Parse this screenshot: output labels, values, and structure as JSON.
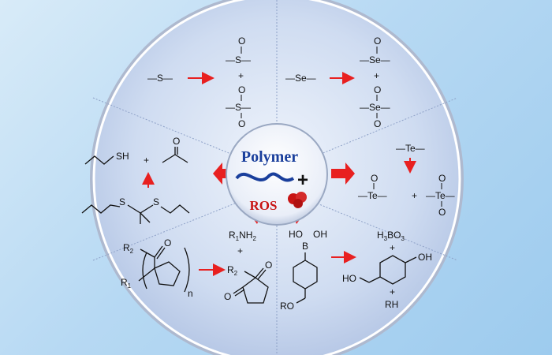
{
  "center": {
    "title": "Polymer",
    "plus": "+",
    "ros": "ROS"
  },
  "sections": {
    "sulfide": {
      "reactant": "—S—",
      "product_sulfoxide": "—S—",
      "plus": "+",
      "product_sulfone": "—S—",
      "oxygen": "O"
    },
    "selenide": {
      "reactant": "—Se—",
      "product_selenoxide": "—Se—",
      "plus": "+",
      "product_selenone": "—Se—",
      "oxygen": "O"
    },
    "telluride": {
      "reactant": "—Te—",
      "product_telluroxide": "—Te—",
      "plus": "+",
      "product_tellurone": "—Te—",
      "oxygen": "O"
    },
    "thioketal": {
      "product_thiol": "SH",
      "plus": "+",
      "product_ketone": "O",
      "reactant_s1": "S",
      "reactant_s2": "S"
    },
    "aminoacrylate": {
      "r2": "R",
      "r2_sub": "2",
      "r1": "R",
      "r1_sub": "1",
      "n": "n",
      "o": "O",
      "product_amine": "R",
      "product_amine_sub": "1",
      "product_amine_tail": "NH",
      "product_amine_tail_sub": "2",
      "plus": "+",
      "product_r2": "R",
      "product_r2_sub": "2",
      "product_o1": "O",
      "product_o2": "O"
    },
    "boronate": {
      "ho": "HO",
      "b": "B",
      "oh": "OH",
      "ro": "RO",
      "boric": "H",
      "boric_sub": "3",
      "boric_b": "BO",
      "boric_sub2": "3",
      "plus1": "+",
      "product_ho": "HO",
      "product_oh": "OH",
      "plus2": "+",
      "rh": "RH"
    }
  },
  "colors": {
    "arrow": "#e82020",
    "polymer_chain": "#1a3f9c",
    "ros_text": "#c81414",
    "ring": "#c9d2e4",
    "section_fill": "#ccd9f0",
    "divider": "#8fa2c8"
  }
}
